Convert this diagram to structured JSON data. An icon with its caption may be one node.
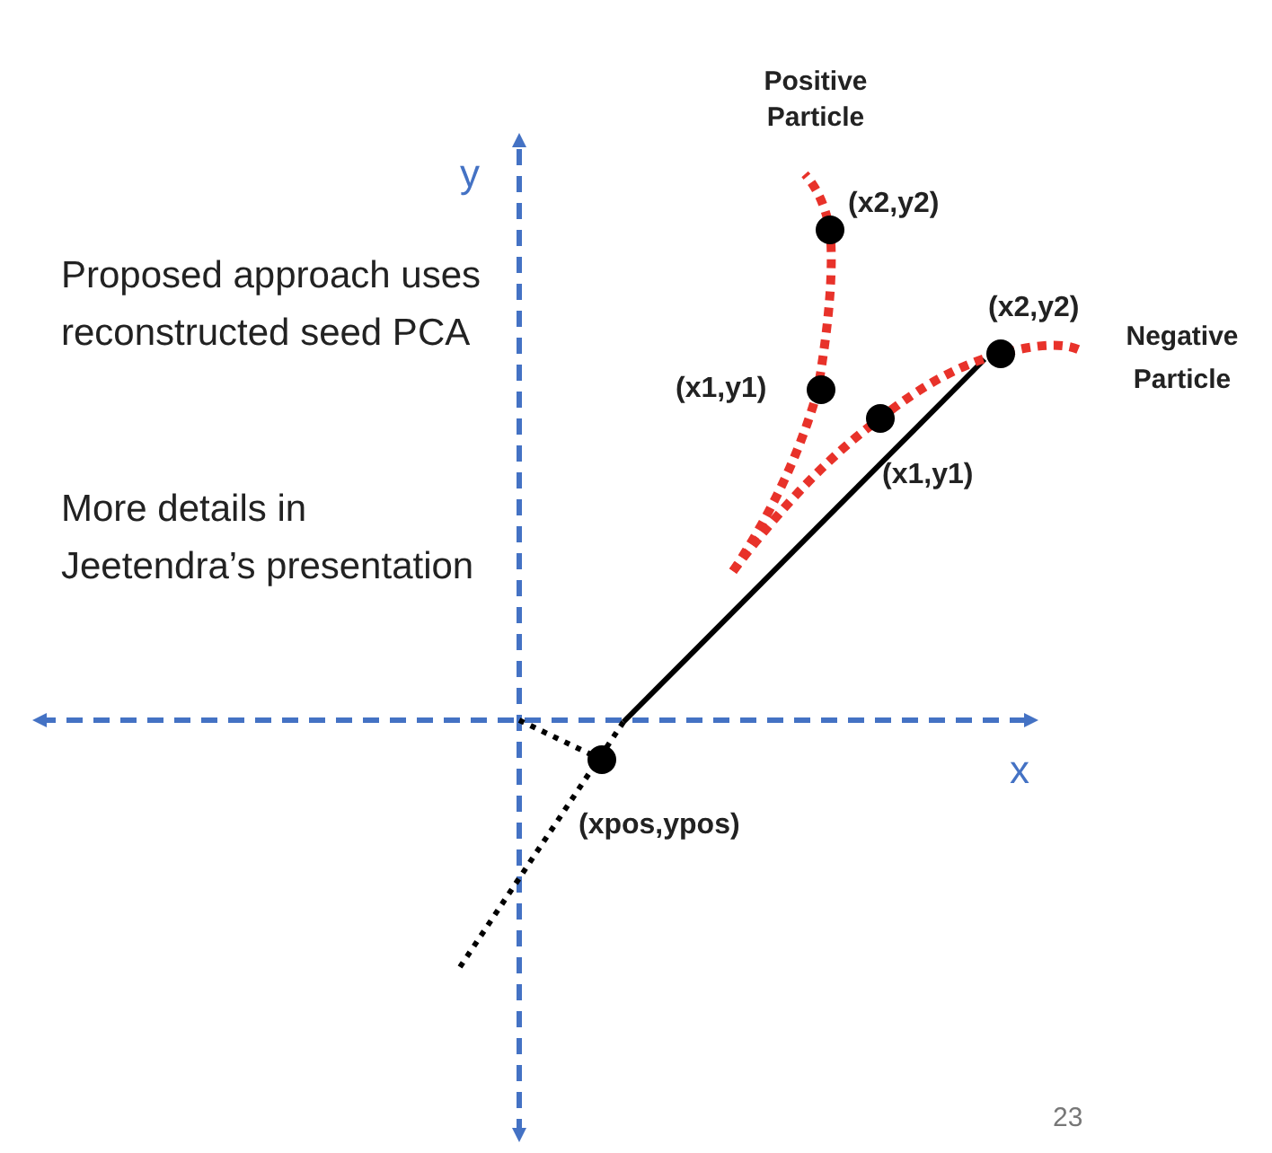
{
  "diagram": {
    "labels": [
      "Positive Particle",
      "y",
      "(x2,y2)",
      "Proposed approach uses reconstructed seed PCA",
      "(x2,y2)",
      "Negative Particle",
      "(x1,y1)",
      "(x1,y1)",
      "More details in Jeetendra’s presentation",
      "x",
      "(xpos,ypos)",
      "23"
    ]
  }
}
